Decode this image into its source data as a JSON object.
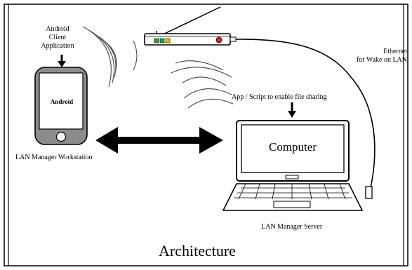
{
  "diagram": {
    "title": "Architecture",
    "labels": {
      "android_client": [
        "Android",
        "Client",
        "Application"
      ],
      "ethernet": [
        "Ethernet",
        "for Wake on LAN"
      ],
      "workstation": "LAN Manager Workstation",
      "server": "LAN Manager Server",
      "file_sharing_script": "App / Script to enable file sharing",
      "phone_screen": "Android",
      "laptop_screen": "Computer"
    },
    "icons": [
      "router-icon",
      "android-phone-icon",
      "laptop-icon",
      "wifi-wave-icon",
      "ethernet-cable-icon",
      "double-arrow-icon",
      "down-arrow-icon"
    ],
    "colors": {
      "line": "#000000",
      "router_led_green": "#2e9e3a",
      "router_led_yellow": "#e6c619",
      "router_power_red": "#cc2b2b",
      "phone_body": "#8c8c8c",
      "frame": "#000000"
    }
  }
}
